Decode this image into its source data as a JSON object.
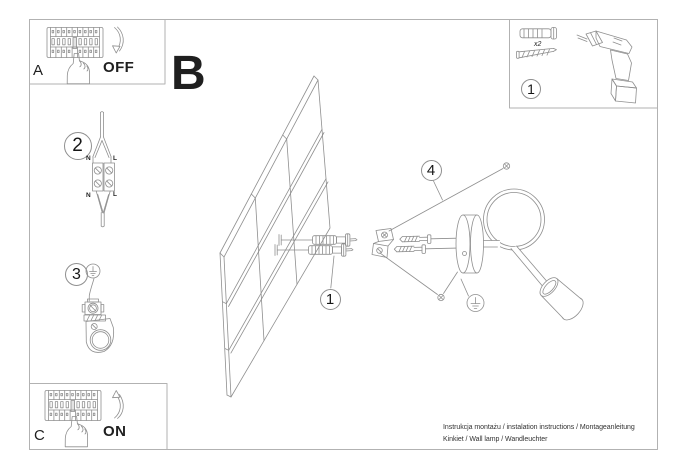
{
  "colors": {
    "line": "#8f8f8f",
    "frame": "#b2b2b2",
    "text": "#1f1f1f"
  },
  "panels": {
    "box_a": {
      "label": "A",
      "action": "OFF"
    },
    "box_c": {
      "label": "C",
      "action": "ON"
    },
    "box_parts": {
      "number": "1",
      "qty": "x2"
    },
    "step_b": {
      "label": "B"
    }
  },
  "steps": {
    "s1": "1",
    "s2": "2",
    "s3": "3",
    "s4": "4"
  },
  "wiring": {
    "top_n": "N",
    "top_l": "L",
    "bottom_n": "N",
    "bottom_l": "L"
  },
  "footer": {
    "line1": "Instrukcja montażu / instalation instructions / Montageanleitung",
    "line2": "Kinkiet / Wall lamp / Wandleuchter"
  }
}
